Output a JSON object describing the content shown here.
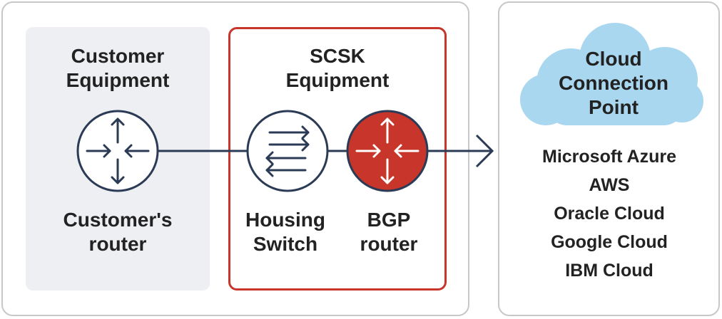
{
  "groups": {
    "customer": {
      "title": "Customer\nEquipment"
    },
    "scsk": {
      "title": "SCSK\nEquipment"
    }
  },
  "devices": {
    "customer_router": {
      "label": "Customer's\nrouter",
      "icon": "router-icon"
    },
    "housing_switch": {
      "label": "Housing\nSwitch",
      "icon": "switch-icon"
    },
    "bgp_router": {
      "label": "BGP\nrouter",
      "icon": "router-icon"
    }
  },
  "cloud": {
    "title": "Cloud\nConnection\nPoint",
    "providers": [
      "Microsoft Azure",
      "AWS",
      "Oracle Cloud",
      "Google Cloud",
      "IBM Cloud"
    ]
  },
  "colors": {
    "navy": "#2b3a55",
    "accent_red": "#c8352a",
    "cloud_blue": "#a9d7f0",
    "panel_border": "#c8c8c8",
    "customer_fill": "#eeeff2"
  }
}
